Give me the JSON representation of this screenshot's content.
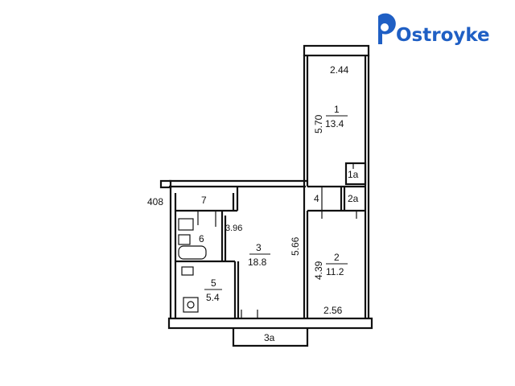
{
  "brand": {
    "name": "Ostroyke",
    "color": "#1f5fc4",
    "icon": "location-pin-icon"
  },
  "rooms": {
    "room1": {
      "number": "1",
      "area": "13.4",
      "length": "5.70",
      "width": "2.44"
    },
    "room1a": {
      "number": "1a"
    },
    "room2": {
      "number": "2",
      "area": "11.2",
      "length": "4.39",
      "width": "2.56"
    },
    "room2a": {
      "number": "2a"
    },
    "room3": {
      "number": "3",
      "area": "18.8",
      "length": "5.66",
      "width": "3.96"
    },
    "room3a": {
      "number": "3a"
    },
    "room4": {
      "number": "4"
    },
    "room5": {
      "number": "5",
      "area": "5.4"
    },
    "room6": {
      "number": "6"
    },
    "room7": {
      "number": "7"
    }
  },
  "entrance_code": "408",
  "colors": {
    "wall": "#111111",
    "background": "#ffffff"
  }
}
